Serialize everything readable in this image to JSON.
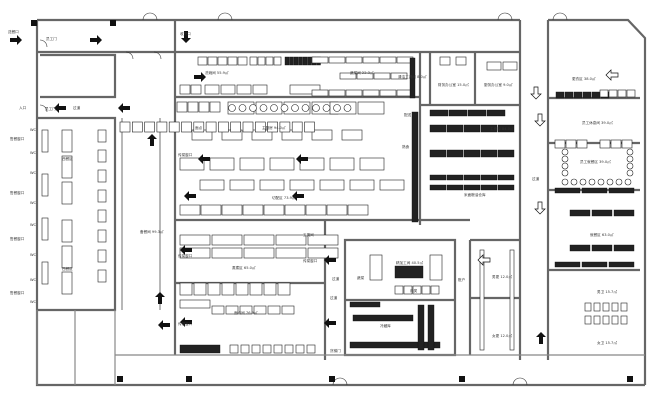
{
  "title": "厨房平面布置图",
  "rooms": {
    "serving_port_top": "送餐口",
    "staff_door_top": "员工门",
    "receiving_port": "收货口",
    "corridor_left": "过道",
    "staff_door_left": "员工门",
    "entrance_left": "入口",
    "dishwash": "洗碗间 55.9㎡",
    "vegetable": "蔬菜间 22.3㎡",
    "pastry_label": "面点",
    "main_kitchen": "主厨房 94.0㎡",
    "pass_window_1": "传菜窗口",
    "cutting": "切配区 73.9㎡",
    "pass_window_2": "传菜窗口",
    "steam": "蒸煮区 65.0㎡",
    "pass_window_3": "传菜窗口",
    "bakery": "面点间 76.9㎡",
    "tool_room": "工具间",
    "pass_window_4": "传菜窗口",
    "corridor_mid": "过道",
    "freight_door": "货梯门",
    "prep_room": "备餐间 99.3㎡",
    "west_area_1": "西餐区",
    "west_area_2": "西餐区",
    "wc_labels": [
      "WC",
      "WC",
      "WC",
      "WC",
      "WC",
      "WC",
      "WC",
      "WC"
    ],
    "sale_windows": [
      "售餐窗口",
      "售餐窗口",
      "售餐窗口",
      "售餐窗口"
    ],
    "finance_office": "财务办公室 15.0㎡",
    "kitchen_office": "厨务办公室 9.0㎡",
    "cleaning_room": "清洁工具间 8.0㎡",
    "delivery": "配送",
    "cooked": "熟食",
    "staple_store": "主食库 84.0㎡",
    "dry_goods": "米面粮油仓库",
    "corridor_right": "过道",
    "locker": "更衣区 38.0㎡",
    "staff_rest": "员工休息间 39.0㎡",
    "staff_dining": "员工就餐区 39.0㎡",
    "dining": "就餐区 63.0㎡",
    "mens_wc": "男卫 15.7㎡",
    "womens_wc": "女卫 15.7㎡",
    "mens_change": "男更 12.0㎡",
    "womens_change": "女更 12.0㎡",
    "fine_process": "精加工间 40.5㎡",
    "meat": "肉类",
    "account": "账户",
    "veg_wash": "蔬菜",
    "cold_store": "冷藏库",
    "corridor_low": "过道"
  }
}
